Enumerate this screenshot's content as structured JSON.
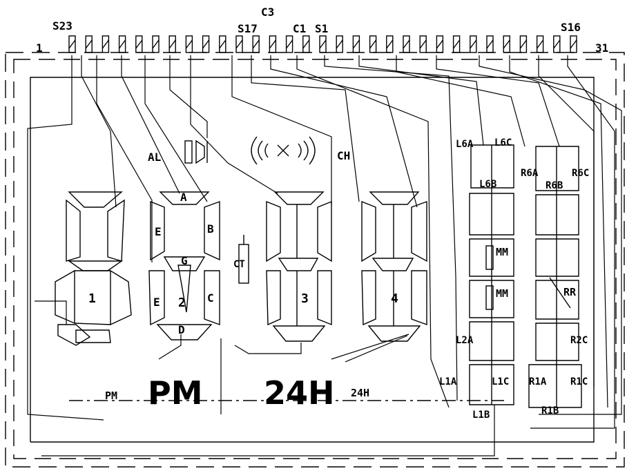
{
  "pins": {
    "first_number": "1",
    "last_number": "31",
    "s_first": "S23",
    "s17": "S17",
    "c3": "C3",
    "c1": "C1",
    "s1": "S1",
    "s16": "S16"
  },
  "digits": [
    "1",
    "2",
    "3",
    "4"
  ],
  "segment_labels": {
    "A": "A",
    "B": "B",
    "C": "C",
    "D": "D",
    "E_upper": "E",
    "E_lower": "E",
    "G": "G"
  },
  "indicators": {
    "al": "AL",
    "ch": "CH",
    "ct": "CT",
    "pm_small": "PM",
    "pm_large": "PM",
    "h24_large": "24H",
    "h24_small": "24H"
  },
  "left_bar": {
    "l6a": "L6A",
    "l6c": "L6C",
    "l6b": "L6B",
    "mm_upper": "MM",
    "mm_lower": "MM",
    "l2a": "L2A",
    "l1a": "L1A",
    "l1c": "L1C",
    "l1b": "L1B"
  },
  "right_bar": {
    "r6a": "R6A",
    "r6c": "R6C",
    "r6b": "R6B",
    "rr": "RR",
    "r2c": "R2C",
    "r1a": "R1A",
    "r1c": "R1C",
    "r1b": "R1B"
  },
  "colors": {
    "ink": "#000000",
    "background": "#ffffff"
  }
}
